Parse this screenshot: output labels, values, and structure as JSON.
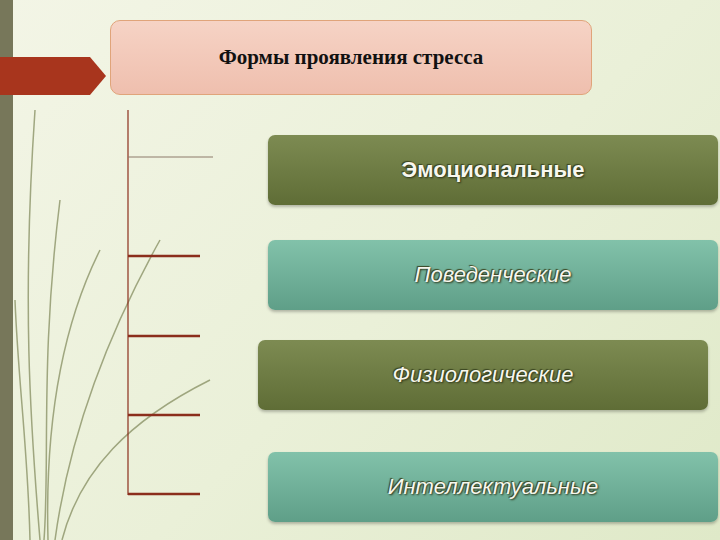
{
  "diagram": {
    "nodes": [
      {
        "text": [
          "Формы проявления стресса"
        ]
      },
      {
        "text": [
          "Эмоциональные"
        ]
      },
      {
        "text": [
          "Поведенческие"
        ]
      },
      {
        "text": [
          "Физиологические"
        ]
      },
      {
        "text": [
          "Интеллектуальные"
        ]
      }
    ]
  }
}
